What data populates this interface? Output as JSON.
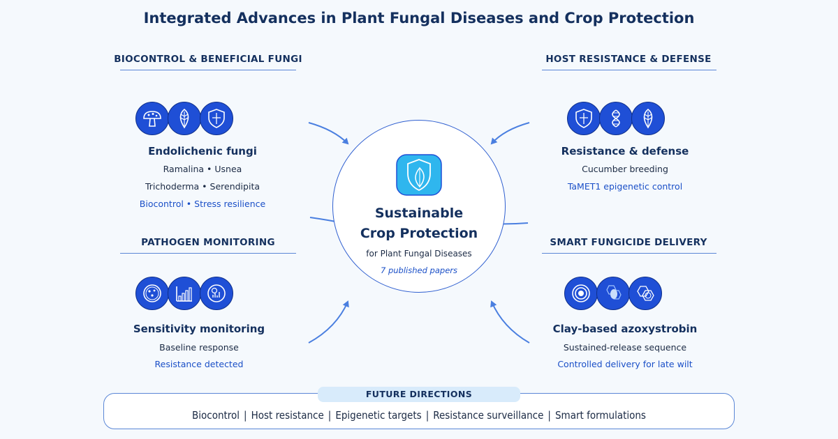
{
  "title": "Integrated Advances in Plant Fungal Diseases and Crop Protection",
  "colors": {
    "accent": "#1f4fd6",
    "navy": "#14305e",
    "link": "#1a4fc7",
    "center_icon": "#2fb6ee"
  },
  "sections": {
    "biocontrol": {
      "heading": "BIOCONTROL & BENEFICIAL FUNGI",
      "icons": [
        "mushroom-icon",
        "leaf-icon",
        "shield-icon"
      ],
      "subtitle": "Endolichenic fungi",
      "line1": "Ramalina • Usnea",
      "line2": "Trichoderma • Serendipita",
      "line3": "Biocontrol • Stress resilience"
    },
    "host": {
      "heading": "HOST RESISTANCE & DEFENSE",
      "icons": [
        "shield-icon",
        "dna-icon",
        "leaf-icon"
      ],
      "subtitle": "Resistance & defense",
      "line1": "Cucumber breeding",
      "line2": "TaMET1 epigenetic control"
    },
    "monitoring": {
      "heading": "PATHOGEN MONITORING",
      "icons": [
        "petri-dish-icon",
        "bar-chart-icon",
        "microscope-icon"
      ],
      "subtitle": "Sensitivity monitoring",
      "line1": "Baseline response",
      "line2": "Resistance detected"
    },
    "delivery": {
      "heading": "SMART FUNGICIDE DELIVERY",
      "icons": [
        "target-icon",
        "clay-hexagon-icon",
        "release-hexagon-icon"
      ],
      "subtitle": "Clay-based azoxystrobin",
      "line1": "Sustained-release sequence",
      "line2": "Controlled delivery for late wilt"
    }
  },
  "center": {
    "icon": "shield-leaf-icon",
    "title_line1": "Sustainable",
    "title_line2": "Crop Protection",
    "subtitle": "for Plant Fungal Diseases",
    "note": "7 published papers"
  },
  "future": {
    "label": "FUTURE DIRECTIONS",
    "items": [
      "Biocontrol",
      "Host resistance",
      "Epigenetic targets",
      "Resistance surveillance",
      "Smart formulations"
    ],
    "separator": "|"
  }
}
